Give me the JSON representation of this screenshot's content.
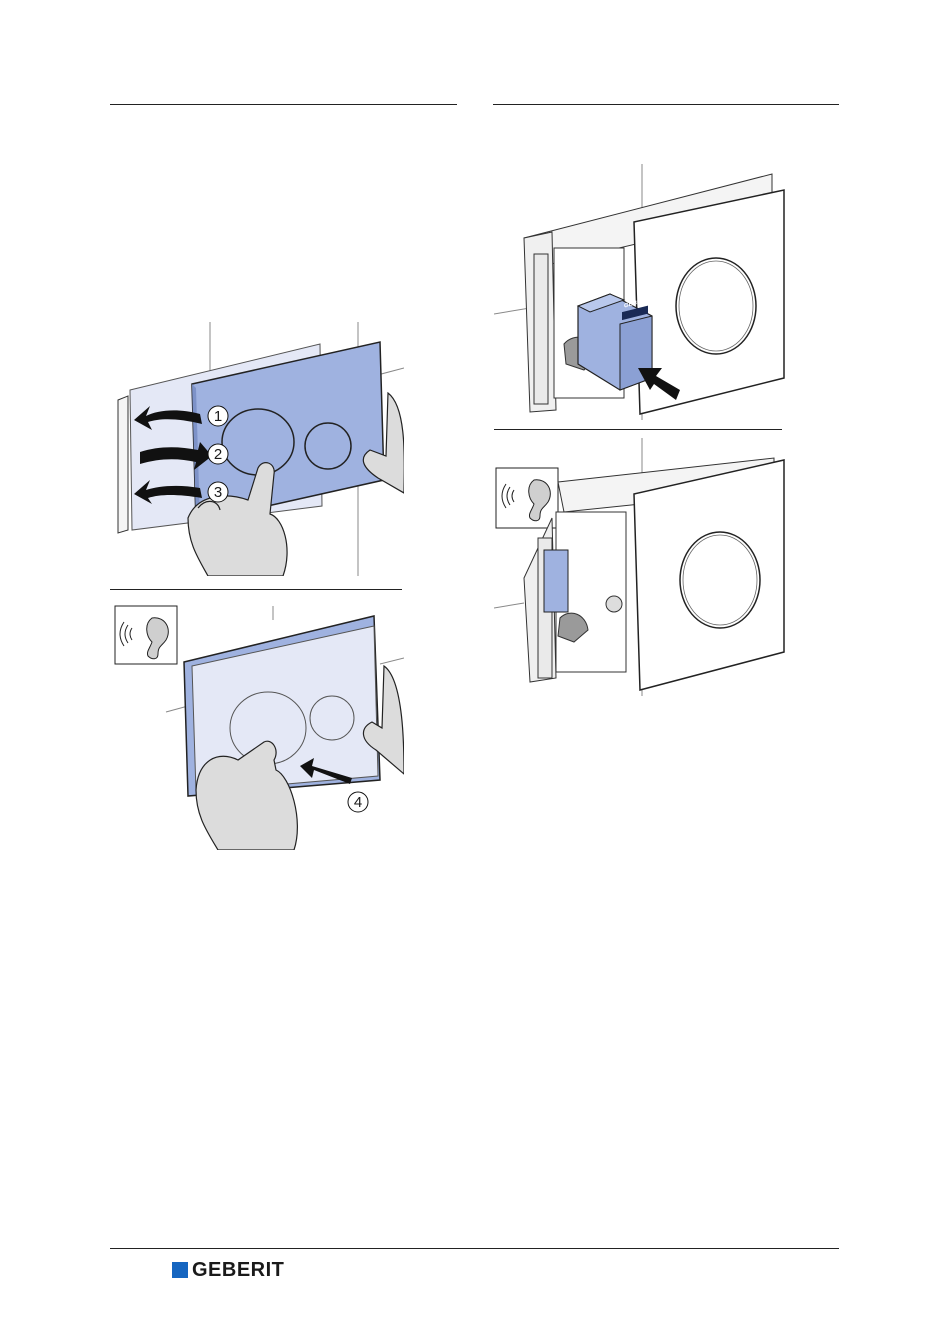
{
  "steps": {
    "one": "1",
    "two": "2",
    "three": "3",
    "four": "4"
  },
  "module_label": "GEBERIT",
  "footer": {
    "brand": "GEBERIT"
  },
  "colors": {
    "plate_blue": "#9fb2e0",
    "plate_light": "#e4e8f6",
    "brand_blue": "#1565c0",
    "line": "#222222"
  },
  "icons": [
    "arrow-icon",
    "ear-icon",
    "hand-icon",
    "geberit-logo-square"
  ]
}
